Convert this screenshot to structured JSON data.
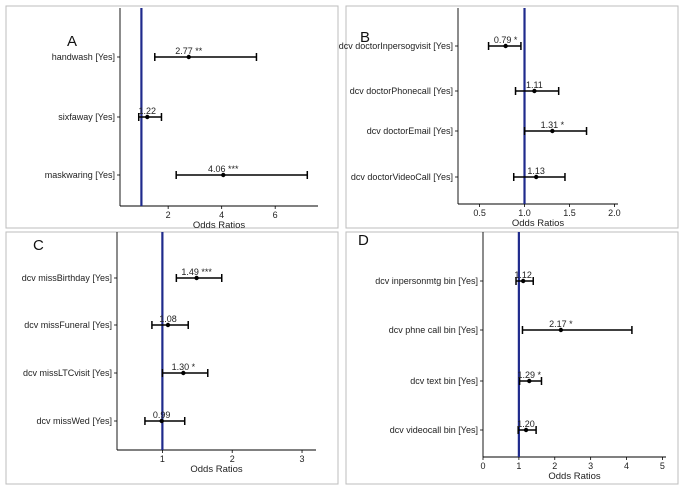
{
  "chart_data": [
    {
      "type": "forest",
      "panel_label": "A",
      "xlabel": "Odds Ratios",
      "xlim": [
        0.2,
        7.6
      ],
      "xticks": [
        2,
        4,
        6
      ],
      "reference": 1,
      "items": [
        {
          "label": "handwash [Yes]",
          "or": 2.77,
          "lo": 1.5,
          "hi": 5.3,
          "text": "2.77 **"
        },
        {
          "label": "sixfaway [Yes]",
          "or": 1.22,
          "lo": 0.9,
          "hi": 1.75,
          "text": "1.22"
        },
        {
          "label": "maskwaring [Yes]",
          "or": 4.06,
          "lo": 2.3,
          "hi": 7.2,
          "text": "4.06 ***"
        }
      ]
    },
    {
      "type": "forest",
      "panel_label": "B",
      "xlabel": "Odds Ratios",
      "xlim": [
        0.26,
        2.04
      ],
      "xticks": [
        0.5,
        1.0,
        1.5,
        2.0
      ],
      "xtick_labels": [
        "0.5",
        "1.0",
        "1.5",
        "2.0"
      ],
      "reference": 1,
      "items": [
        {
          "label": "dcv doctorInpersogvisit [Yes]",
          "or": 0.79,
          "lo": 0.6,
          "hi": 0.96,
          "text": "0.79 *"
        },
        {
          "label": "dcv doctorPhonecall [Yes]",
          "or": 1.11,
          "lo": 0.9,
          "hi": 1.38,
          "text": "1.11"
        },
        {
          "label": "dcv doctorEmail [Yes]",
          "or": 1.31,
          "lo": 1.0,
          "hi": 1.69,
          "text": "1.31 *"
        },
        {
          "label": "dcv doctorVideoCall [Yes]",
          "or": 1.13,
          "lo": 0.88,
          "hi": 1.45,
          "text": "1.13"
        }
      ]
    },
    {
      "type": "forest",
      "panel_label": "C",
      "xlabel": "Odds Ratios",
      "xlim": [
        0.35,
        3.2
      ],
      "xticks": [
        1,
        2,
        3
      ],
      "reference": 1,
      "items": [
        {
          "label": "dcv missBirthday [Yes]",
          "or": 1.49,
          "lo": 1.2,
          "hi": 1.85,
          "text": "1.49 ***"
        },
        {
          "label": "dcv missFuneral [Yes]",
          "or": 1.08,
          "lo": 0.85,
          "hi": 1.37,
          "text": "1.08"
        },
        {
          "label": "dcv missLTCvisit [Yes]",
          "or": 1.3,
          "lo": 1.0,
          "hi": 1.65,
          "text": "1.30 *"
        },
        {
          "label": "dcv missWed [Yes]",
          "or": 0.99,
          "lo": 0.75,
          "hi": 1.32,
          "text": "0.99"
        }
      ]
    },
    {
      "type": "forest",
      "panel_label": "D",
      "xlabel": "Odds Ratios",
      "xlim": [
        0,
        5.1
      ],
      "xticks": [
        0,
        1,
        2,
        3,
        4,
        5
      ],
      "reference": 1,
      "items": [
        {
          "label": "dcv inpersonmtg bin [Yes]",
          "or": 1.12,
          "lo": 0.92,
          "hi": 1.4,
          "text": "1.12"
        },
        {
          "label": "dcv phne call bin [Yes]",
          "or": 2.17,
          "lo": 1.1,
          "hi": 4.15,
          "text": "2.17 *"
        },
        {
          "label": "dcv text bin [Yes]",
          "or": 1.29,
          "lo": 1.02,
          "hi": 1.63,
          "text": "1.29 *"
        },
        {
          "label": "dcv videocall bin [Yes]",
          "or": 1.2,
          "lo": 0.98,
          "hi": 1.48,
          "text": "1.20"
        }
      ]
    }
  ]
}
